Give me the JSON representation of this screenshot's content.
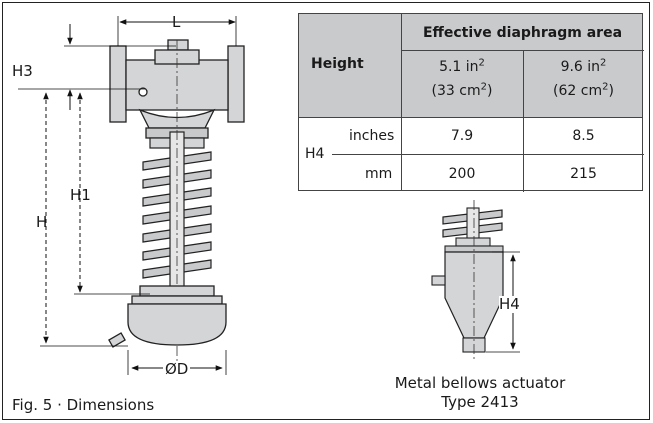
{
  "figure": {
    "caption": "Fig. 5 · Dimensions",
    "dimensions": {
      "L": "L",
      "H3": "H3",
      "H1": "H1",
      "H": "H",
      "D": "ØD"
    }
  },
  "table": {
    "height_header": "Height",
    "area_header": "Effective diaphragm area",
    "col1_top": "5.1 in",
    "col1_top_sup": "2",
    "col1_bottom": "(33 cm",
    "col1_bottom_sup": "2",
    "col1_bottom_close": ")",
    "col2_top": "9.6 in",
    "col2_top_sup": "2",
    "col2_bottom": "(62 cm",
    "col2_bottom_sup": "2",
    "col2_bottom_close": ")",
    "row_label": "H4",
    "unit_inches": "inches",
    "unit_mm": "mm",
    "inches_values": [
      "7.9",
      "8.5"
    ],
    "mm_values": [
      "200",
      "215"
    ]
  },
  "actuator": {
    "dimension": "H4",
    "caption_line1": "Metal bellows actuator",
    "caption_line2": "Type 2413"
  }
}
